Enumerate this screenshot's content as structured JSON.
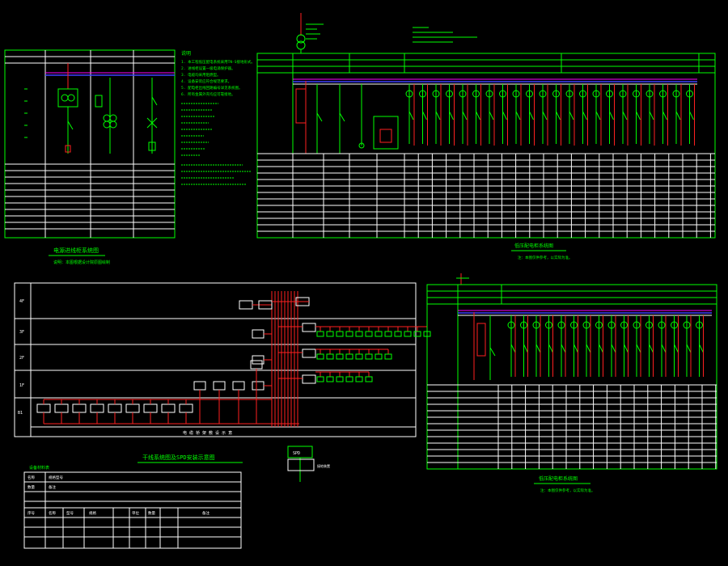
{
  "colors": {
    "background": "#000000",
    "line": "#00ff00",
    "text": "#ffffff",
    "cable": "#ff2020",
    "busbar": "#4040ff",
    "phase": "#ff00ff"
  },
  "top_left_panel": {
    "caption": "电源进线柜系统图",
    "sub_caption": "说明：本图根据设计院原图绘制"
  },
  "notes": {
    "title": "说明",
    "lines": [
      "1. 本工程低压配电系统采用TN-S接地形式。",
      "2. 进线柜设置一级电涌保护器。",
      "3. 电缆均采用阻燃型。",
      "4. 设备安装应符合规范要求。",
      "5. 配电柜出线回路编号详见系统图。",
      "6. 所有金属外壳均应可靠接地。"
    ]
  },
  "top_right_panel": {
    "caption": "低压配电柜系统图",
    "sub_caption": "注：本图仅供参考，以实际为准。"
  },
  "riser": {
    "caption": "干线系统图及SPD安装示意图",
    "bottom_bar_label": "电 缆 桥 架 敷 设 示 意",
    "floor_labels": [
      "4F",
      "3F",
      "2F",
      "1F",
      "B1"
    ]
  },
  "bottom_right_panel": {
    "caption": "低压配电柜系统图",
    "sub_caption": "注：本图仅供参考，以实际为准。"
  },
  "schedule": {
    "title": "设备材料表",
    "rows": [
      [
        "名称",
        "规格型号"
      ],
      [
        "数量",
        "备注"
      ]
    ],
    "headers": [
      "序号",
      "名称",
      "型号",
      "规格",
      "单位",
      "数量",
      "备注"
    ]
  },
  "center_box_label": "SPD",
  "center_label_below": "接地装置"
}
